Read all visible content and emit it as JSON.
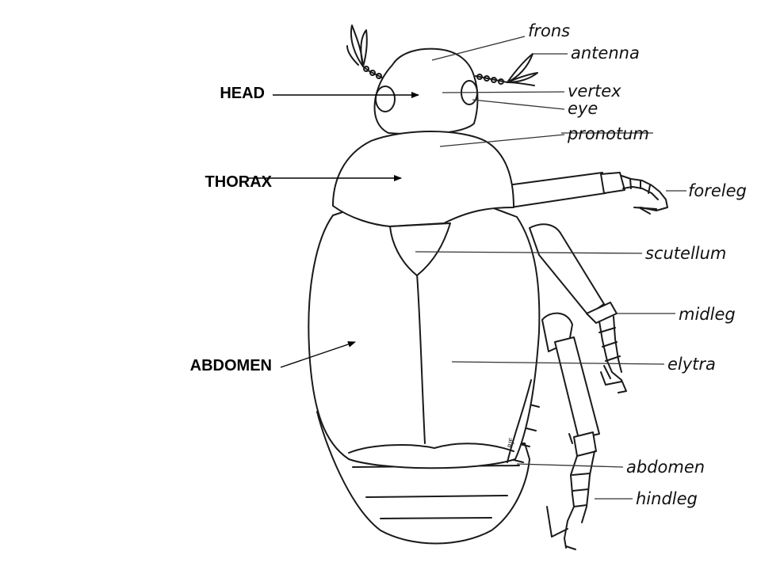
{
  "colors": {
    "ink": "#1a1a1a",
    "background": "#ffffff"
  },
  "regions": {
    "head": "HEAD",
    "thorax": "THORAX",
    "abdomen": "ABDOMEN"
  },
  "parts": {
    "frons": "frons",
    "antenna": "antenna",
    "vertex": "vertex",
    "eye": "eye",
    "pronotum": "pronotum",
    "foreleg": "foreleg",
    "scutellum": "scutellum",
    "midleg": "midleg",
    "elytra": "elytra",
    "abdomen": "abdomen",
    "hindleg": "hindleg"
  },
  "artist_initials": "RJE"
}
